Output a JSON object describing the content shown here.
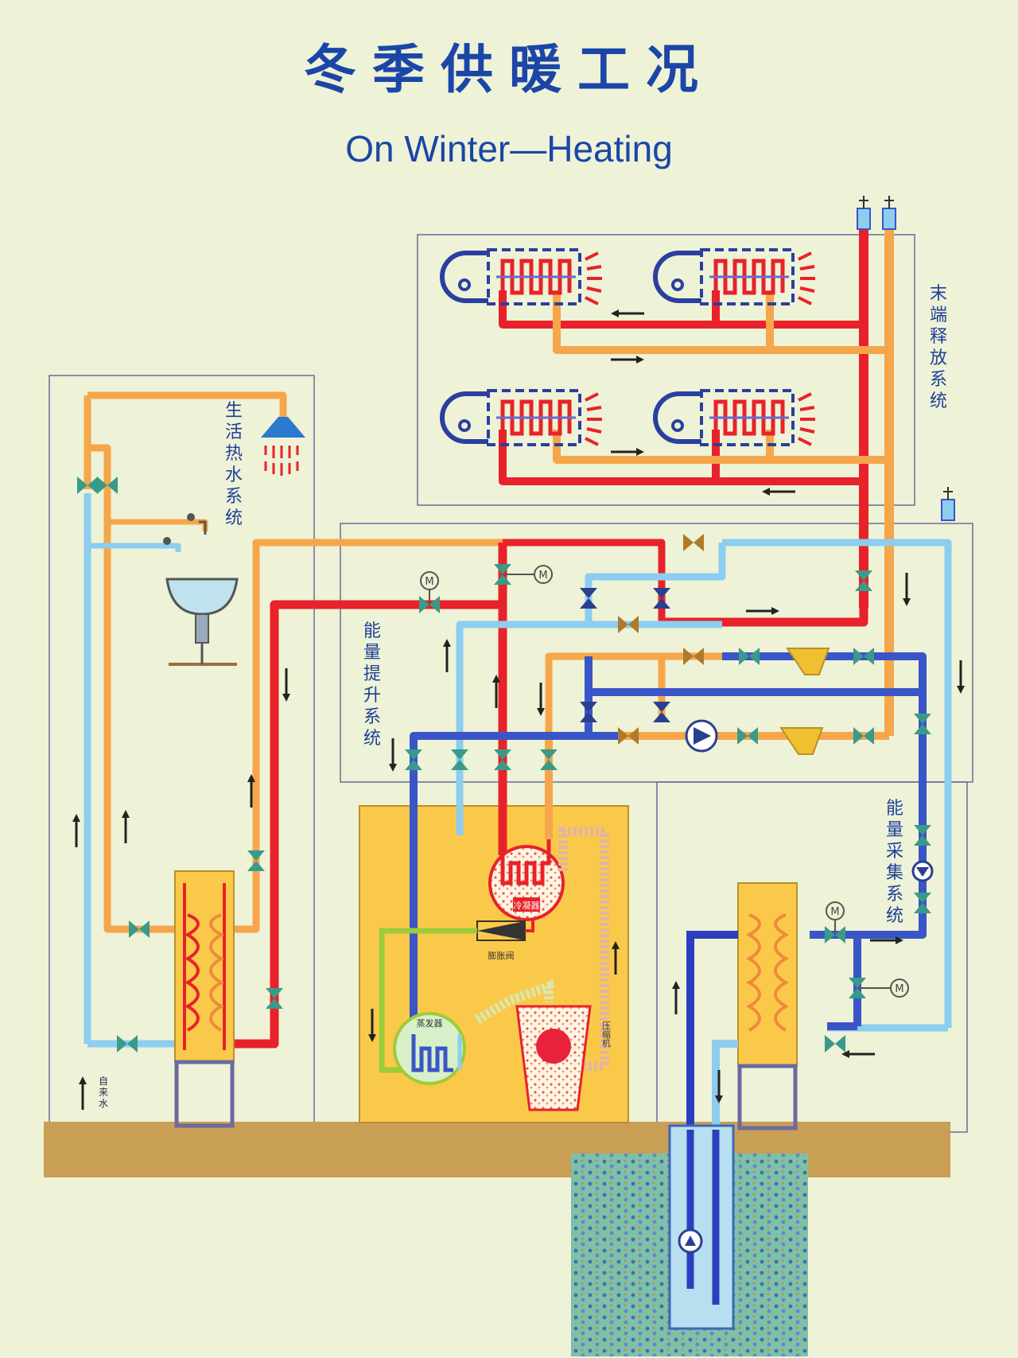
{
  "title": {
    "zh": "冬季供暖工况",
    "en": "On Winter—Heating"
  },
  "labels": {
    "terminal_system": "末端释放系统",
    "hot_water_system": "生活热水系统",
    "energy_upgrade_system": "能量提升系统",
    "energy_collection_system": "能量采集系统",
    "tap_water": "自来水"
  },
  "components": {
    "condenser": "冷凝器",
    "expansion_valve": "膨胀阀",
    "evaporator": "蒸发器",
    "compressor": "压缩机"
  },
  "motor_symbol": "M",
  "colors": {
    "hot_supply": "#e8222a",
    "warm_return": "#f6a64a",
    "cold": "#8ccdf0",
    "dark_blue": "#3a55c8",
    "refrigerant_green": "#9ccc3a",
    "valve_teal": "#3a9a8a",
    "unit_yellow": "#fbc94a",
    "ground_brown": "#c79a4e",
    "title_blue": "#1b46a8"
  },
  "icons": [
    "fan-coil-icon",
    "shower-icon",
    "faucet-icon",
    "sink-icon",
    "valve-icon",
    "motor-valve-icon",
    "pump-icon",
    "filter-icon",
    "expansion-tank-icon",
    "heat-exchanger-icon",
    "flow-arrow-icon"
  ]
}
